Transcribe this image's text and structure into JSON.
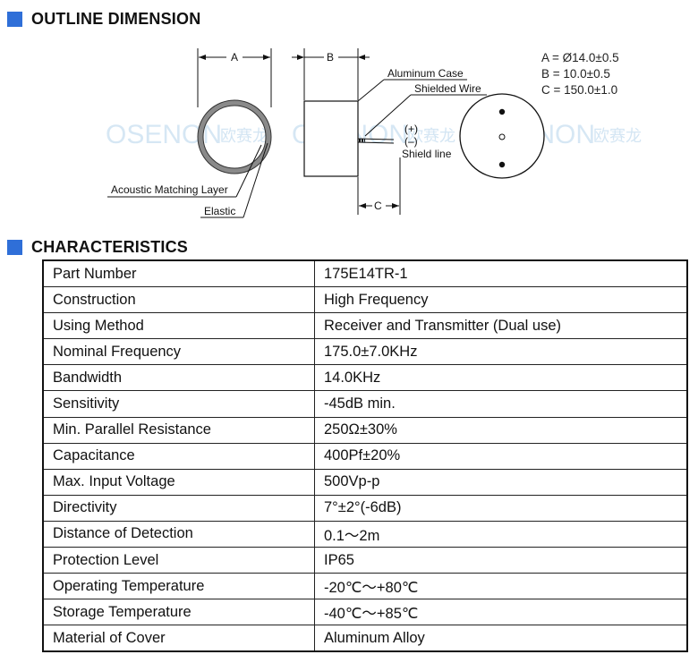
{
  "sections": {
    "outline_title": "OUTLINE DIMENSION",
    "characteristics_title": "CHARACTERISTICS"
  },
  "drawing": {
    "dim_a": "A",
    "dim_b": "B",
    "dim_c": "C",
    "label_acoustic": "Acoustic Matching Layer",
    "label_elastic": "Elastic",
    "label_case": "Aluminum Case",
    "label_wire": "Shielded Wire",
    "label_plus": "(+)",
    "label_minus": "(–)",
    "label_shield": "Shield line",
    "specs": [
      "A = Ø14.0±0.5",
      "B = 10.0±0.5",
      "C = 150.0±1.0"
    ],
    "watermark": "OSENON",
    "watermark_cn": "欧赛龙"
  },
  "characteristics": [
    {
      "key": "Part Number",
      "value": "175E14TR-1"
    },
    {
      "key": "Construction",
      "value": "High Frequency"
    },
    {
      "key": "Using Method",
      "value": "Receiver and Transmitter (Dual use)"
    },
    {
      "key": "Nominal Frequency",
      "value": "175.0±7.0KHz"
    },
    {
      "key": "Bandwidth",
      "value": "14.0KHz"
    },
    {
      "key": "Sensitivity",
      "value": "-45dB min."
    },
    {
      "key": "Min. Parallel Resistance",
      "value": "250Ω±30%"
    },
    {
      "key": "Capacitance",
      "value": "400Pf±20%"
    },
    {
      "key": "Max. Input Voltage",
      "value": "500Vp-p"
    },
    {
      "key": "Directivity",
      "value": "7°±2°(-6dB)"
    },
    {
      "key": "Distance of Detection",
      "value": "0.1～2m"
    },
    {
      "key": "Protection Level",
      "value": "IP65"
    },
    {
      "key": "Operating Temperature",
      "value": "-20℃～+80℃"
    },
    {
      "key": "Storage Temperature",
      "value": "-40℃～+85℃"
    },
    {
      "key": "Material of Cover",
      "value": "Aluminum Alloy"
    }
  ]
}
